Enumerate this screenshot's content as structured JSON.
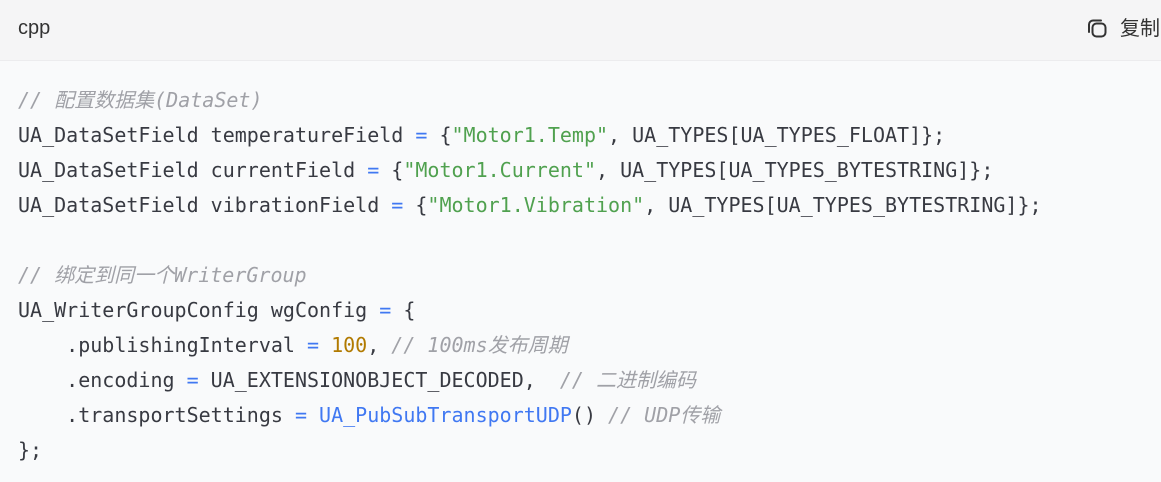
{
  "header": {
    "language": "cpp",
    "copy_label": "复制",
    "copy_icon": "copy-icon"
  },
  "colors": {
    "comment": "#a0a1a7",
    "string": "#50a14f",
    "number": "#b17a00",
    "operator": "#4078f2",
    "function": "#4078f2",
    "plain": "#383a42"
  },
  "code_lines": [
    [
      {
        "t": "comment",
        "v": "// 配置数据集(DataSet)"
      }
    ],
    [
      {
        "t": "plain",
        "v": "UA_DataSetField temperatureField "
      },
      {
        "t": "op",
        "v": "="
      },
      {
        "t": "plain",
        "v": " {"
      },
      {
        "t": "string",
        "v": "\"Motor1.Temp\""
      },
      {
        "t": "plain",
        "v": ", UA_TYPES[UA_TYPES_FLOAT]};"
      }
    ],
    [
      {
        "t": "plain",
        "v": "UA_DataSetField currentField "
      },
      {
        "t": "op",
        "v": "="
      },
      {
        "t": "plain",
        "v": " {"
      },
      {
        "t": "string",
        "v": "\"Motor1.Current\""
      },
      {
        "t": "plain",
        "v": ", UA_TYPES[UA_TYPES_BYTESTRING]};"
      }
    ],
    [
      {
        "t": "plain",
        "v": "UA_DataSetField vibrationField "
      },
      {
        "t": "op",
        "v": "="
      },
      {
        "t": "plain",
        "v": " {"
      },
      {
        "t": "string",
        "v": "\"Motor1.Vibration\""
      },
      {
        "t": "plain",
        "v": ", UA_TYPES[UA_TYPES_BYTESTRING]};"
      }
    ],
    [],
    [
      {
        "t": "comment",
        "v": "// 绑定到同一个WriterGroup"
      }
    ],
    [
      {
        "t": "plain",
        "v": "UA_WriterGroupConfig wgConfig "
      },
      {
        "t": "op",
        "v": "="
      },
      {
        "t": "plain",
        "v": " {"
      }
    ],
    [
      {
        "t": "plain",
        "v": "    .publishingInterval "
      },
      {
        "t": "op",
        "v": "="
      },
      {
        "t": "plain",
        "v": " "
      },
      {
        "t": "number",
        "v": "100"
      },
      {
        "t": "plain",
        "v": ", "
      },
      {
        "t": "comment",
        "v": "// 100ms发布周期"
      }
    ],
    [
      {
        "t": "plain",
        "v": "    .encoding "
      },
      {
        "t": "op",
        "v": "="
      },
      {
        "t": "plain",
        "v": " UA_EXTENSIONOBJECT_DECODED,  "
      },
      {
        "t": "comment",
        "v": "// 二进制编码"
      }
    ],
    [
      {
        "t": "plain",
        "v": "    .transportSettings "
      },
      {
        "t": "op",
        "v": "="
      },
      {
        "t": "plain",
        "v": " "
      },
      {
        "t": "func",
        "v": "UA_PubSubTransportUDP"
      },
      {
        "t": "plain",
        "v": "() "
      },
      {
        "t": "comment",
        "v": "// UDP传输"
      }
    ],
    [
      {
        "t": "plain",
        "v": "};"
      }
    ]
  ]
}
